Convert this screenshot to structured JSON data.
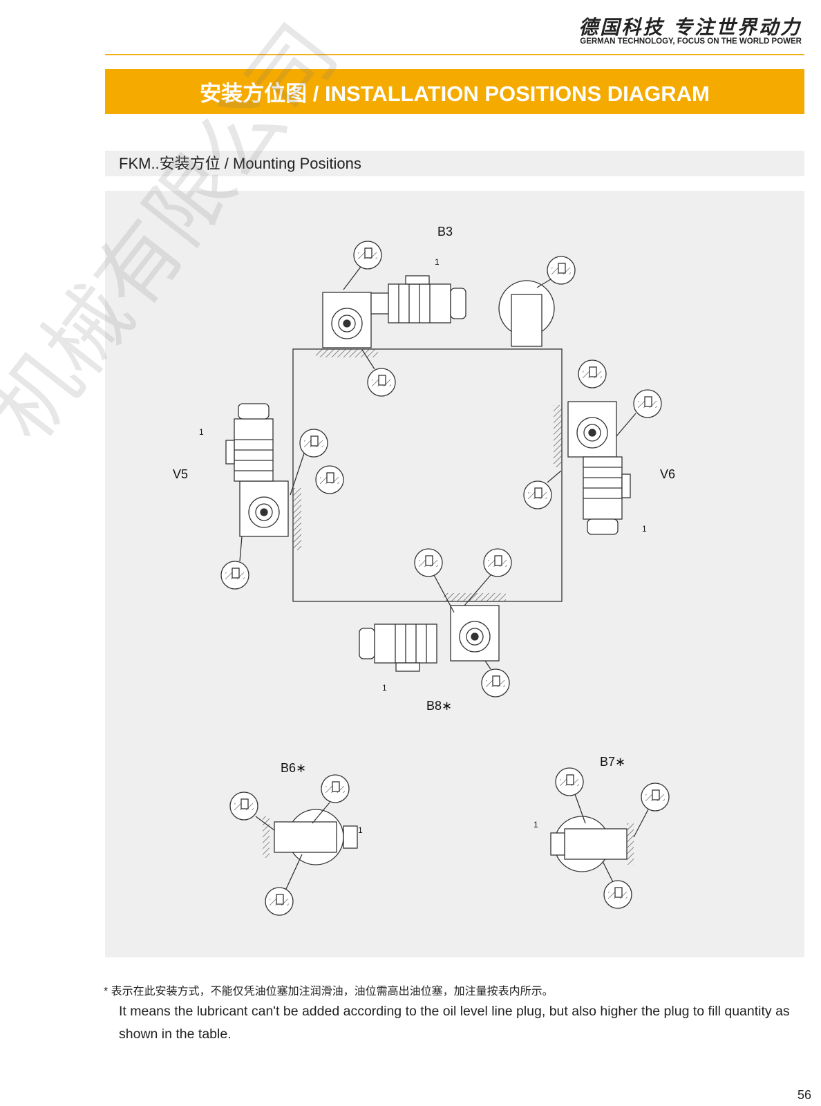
{
  "header": {
    "slogan_cn": "德国科技 专注世界动力",
    "slogan_en": "GERMAN TECHNOLOGY, FOCUS ON THE WORLD POWER"
  },
  "banner": {
    "title": "安装方位图 / INSTALLATION POSITIONS DIAGRAM"
  },
  "section": {
    "title": "FKM..安装方位 / Mounting Positions"
  },
  "diagram": {
    "positions": [
      "B3",
      "V5",
      "V6",
      "B8∗",
      "B6∗",
      "B7∗"
    ],
    "part_number": "1"
  },
  "watermark": "机械有限公司",
  "notes": {
    "cn": "*  表示在此安装方式，不能仅凭油位塞加注润滑油，油位需高出油位塞，加注量按表内所示。",
    "en": "It means the lubricant can't be added according to the oil level line plug, but also higher the plug to fill quantity as shown in the table."
  },
  "page_number": "56",
  "colors": {
    "accent": "#f5aa00",
    "panel": "#efefef"
  }
}
